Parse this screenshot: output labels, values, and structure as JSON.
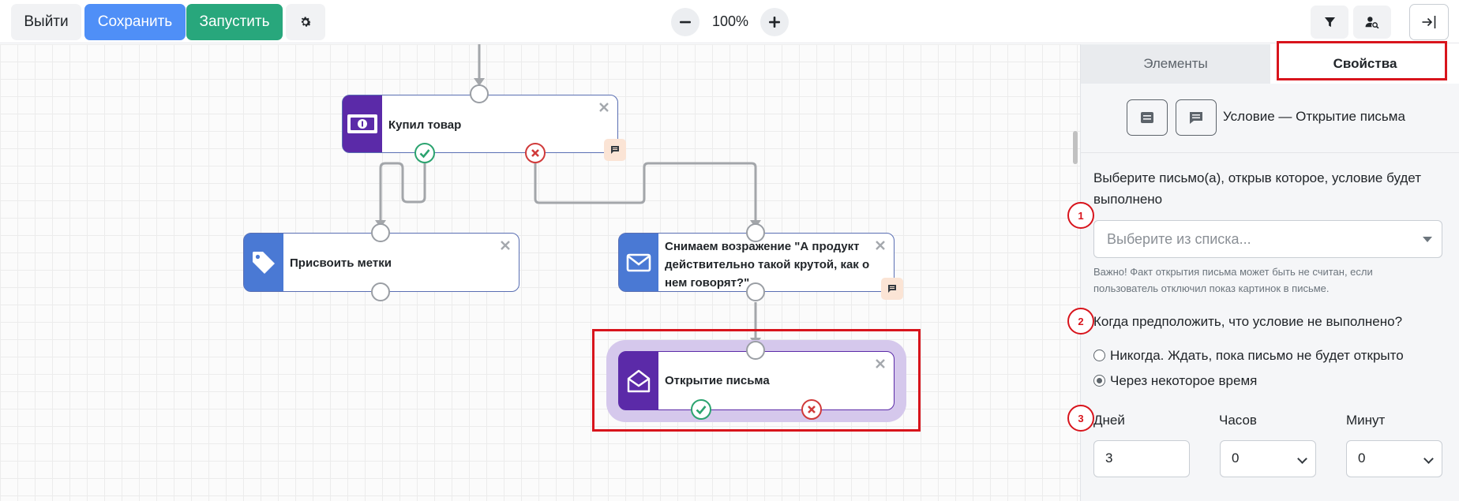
{
  "toolbar": {
    "exit_label": "Выйти",
    "save_label": "Сохранить",
    "run_label": "Запустить",
    "zoom_value": "100%",
    "gear_icon": "gear-icon",
    "filter_icon": "filter-icon",
    "user_search_icon": "user-search-icon",
    "collapse_icon": "panel-collapse-icon"
  },
  "nodes": {
    "bought": {
      "title": "Купил товар",
      "icon": "money-icon",
      "color": "#5b2aa8"
    },
    "tags": {
      "title": "Присвоить метки",
      "icon": "tag-icon",
      "color": "#4a79d4"
    },
    "email": {
      "title_line1": "Снимаем возражение \"А продукт",
      "title_line2": "действительно такой крутой, как о",
      "title_line3": "нем говорят?\"",
      "icon": "envelope-icon",
      "color": "#4a79d4"
    },
    "open": {
      "title": "Открытие письма",
      "icon": "envelope-open-icon",
      "color": "#5b2aa8"
    }
  },
  "panel": {
    "tab_elements": "Элементы",
    "tab_properties": "Свойства",
    "condition_title": "Условие — Открытие письма",
    "select_label_line1": "Выберите письмо(а), открыв которое, условие будет",
    "select_label_line2": "выполнено",
    "select_placeholder": "Выберите из списка...",
    "hint_line1": "Важно! Факт открытия письма может быть не считан, если",
    "hint_line2": "пользователь отключил показ картинок в письме.",
    "question": "Когда предположить, что условие не выполнено?",
    "radio_never": "Никогда. Ждать, пока письмо не будет открыто",
    "radio_after": "Через некоторое время",
    "selected_option": "Через некоторое время",
    "days_label": "Дней",
    "hours_label": "Часов",
    "minutes_label": "Минут",
    "days_value": "3",
    "hours_value": "0",
    "minutes_value": "0",
    "steps": [
      "1",
      "2",
      "3"
    ]
  }
}
